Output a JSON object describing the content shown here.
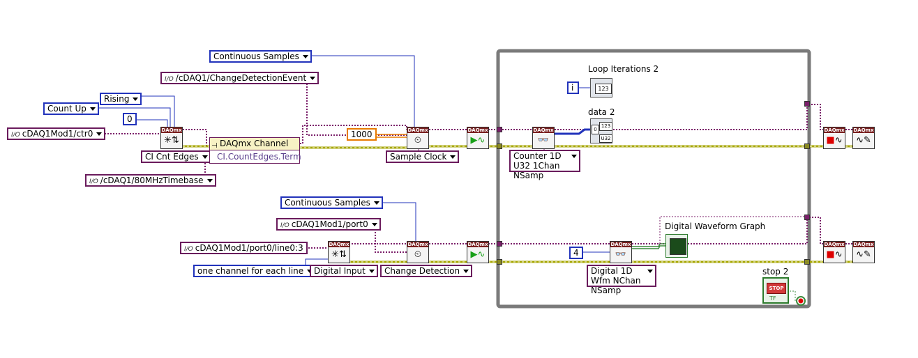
{
  "colors": {
    "task_wire": "#7b1f6a",
    "error_wire": "#a6a600",
    "numeric_wire": "#2233bb",
    "int_wire": "#e87a00",
    "loop_frame": "#7a7a7a"
  },
  "top": {
    "sample_mode": "Continuous Samples",
    "trigger_term": "/cDAQ1/ChangeDetectionEvent",
    "edge": "Rising",
    "count_dir": "Count Up",
    "initial_count": "0",
    "counter": "cDAQ1Mod1/ctr0",
    "property_node_title": "DAQmx Channel",
    "property_name": "CI.CountEdges.Term",
    "create_channel_type": "CI Cnt Edges",
    "timebase": "/cDAQ1/80MHzTimebase",
    "samples": "1000",
    "timing_type": "Sample Clock",
    "read_type": "Counter 1D U32 1Chan NSamp"
  },
  "bottom": {
    "sample_mode": "Continuous Samples",
    "change_lines": "cDAQ1Mod1/port0",
    "lines": "cDAQ1Mod1/port0/line0:3",
    "grouping": "one channel for each line",
    "create_channel_type": "Digital Input",
    "timing_type": "Change Detection",
    "samples": "4",
    "read_type": "Digital 1D Wfm NChan NSamp"
  },
  "loop": {
    "iterations_label": "Loop Iterations 2",
    "index_terminal": "i",
    "data_label": "data 2",
    "graph_label": "Digital Waveform Graph",
    "stop_label": "stop 2",
    "stop_button": "STOP",
    "stop_tf": "TF"
  },
  "icons": {
    "daqmx_header": "DAQmx",
    "numeric_indicator": "123",
    "array_indicator": "U32",
    "create_channel": "create-channel-icon",
    "timing": "sample-clock-icon",
    "start": "start-task-icon",
    "read": "read-glasses-icon",
    "stop_task": "stop-task-icon",
    "clear_task": "clear-task-icon"
  }
}
